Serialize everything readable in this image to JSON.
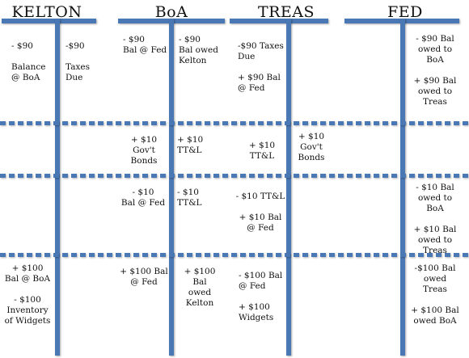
{
  "titles": {
    "kelton": "KELTON",
    "boa": "BoA",
    "treas": "TREAS",
    "fed": "FED"
  },
  "rows": [
    {
      "kelton_left": "- $90\n\nBalance\n@ BoA",
      "kelton_right": "-$90\n\nTaxes\nDue",
      "boa_left": "- $90\nBal @ Fed",
      "boa_right": "- $90\nBal owed\nKelton",
      "treas_left": "-$90 Taxes\nDue\n\n+ $90 Bal\n@ Fed",
      "treas_right": "",
      "fed_left": "",
      "fed_right": "- $90 Bal\nowed to\nBoA\n\n+ $90 Bal\nowed to\nTreas"
    },
    {
      "kelton_left": "",
      "kelton_right": "",
      "boa_left": "+ $10\nGov't\nBonds",
      "boa_right": "+ $10\nTT&L",
      "treas_left": "+ $10\nTT&L",
      "treas_right": "+ $10\nGov't\nBonds",
      "fed_left": "",
      "fed_right": ""
    },
    {
      "kelton_left": "",
      "kelton_right": "",
      "boa_left": "- $10\nBal @ Fed",
      "boa_right": "- $10\nTT&L",
      "treas_left": "- $10 TT&L\n\n+ $10 Bal\n@ Fed",
      "treas_right": "",
      "fed_left": "",
      "fed_right": "- $10 Bal\nowed to\nBoA\n\n+ $10 Bal\nowed to\nTreas"
    },
    {
      "kelton_left": "+ $100\nBal @ BoA\n\n- $100\nInventory\nof Widgets",
      "kelton_right": "",
      "boa_left": "+ $100 Bal\n@ Fed",
      "boa_right": "+ $100 Bal\nowed\nKelton",
      "treas_left": "- $100 Bal\n@ Fed\n\n+ $100\nWidgets",
      "treas_right": "",
      "fed_left": "",
      "fed_right": "-$100 Bal\nowed\nTreas\n\n+ $100 Bal\nowed BoA"
    }
  ]
}
